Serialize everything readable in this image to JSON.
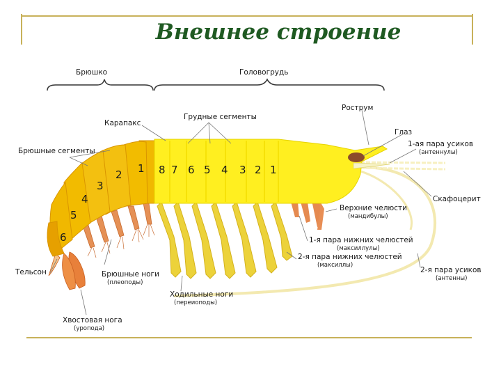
{
  "title": "Внешнее строение",
  "labels": {
    "abdomen": "Брюшко",
    "cephalothorax": "Головогрудь",
    "rostrum": "Рострум",
    "thoracic_segments": "Грудные сегменты",
    "carapace": "Карапакс",
    "eye": "Глаз",
    "antennules": "1-ая пара усиков",
    "antennules_sub": "(антеннулы)",
    "abdominal_segments": "Брюшные сегменты",
    "scaphocerite": "Скафоцерит",
    "mandibles": "Верхние челюсти",
    "mandibles_sub": "(мандибулы)",
    "maxillules": "1-я пара нижних челюстей",
    "maxillules_sub": "(максиллулы)",
    "maxillae": "2-я пара нижних челюстей",
    "maxillae_sub": "(максиллы)",
    "antennae": "2-я пара усиков",
    "antennae_sub": "(антенны)",
    "telson": "Тельсон",
    "pleopods": "Брюшные ноги",
    "pleopods_sub": "(плеоподы)",
    "pereiopods": "Ходильные ноги",
    "pereiopods_sub": "(переиоподы)",
    "uropod": "Хвостовая нога",
    "uropod_sub": "(уропода)"
  },
  "abdominal_numbers": [
    "1",
    "2",
    "3",
    "4",
    "5",
    "6"
  ],
  "thoracic_numbers": [
    "8",
    "7",
    "6",
    "5",
    "4",
    "3",
    "2",
    "1"
  ],
  "colors": {
    "title": "#1f5a22",
    "frame": "#c8b15a",
    "thorax": "#fff200",
    "head": "#ffeb2a",
    "abdomen": "#f0b800",
    "abdomen_dark": "#e6a000",
    "legs": "#ecd23a",
    "pleopods": "#e59055",
    "tail": "#e8803a",
    "eye": "#8b4a2b"
  }
}
